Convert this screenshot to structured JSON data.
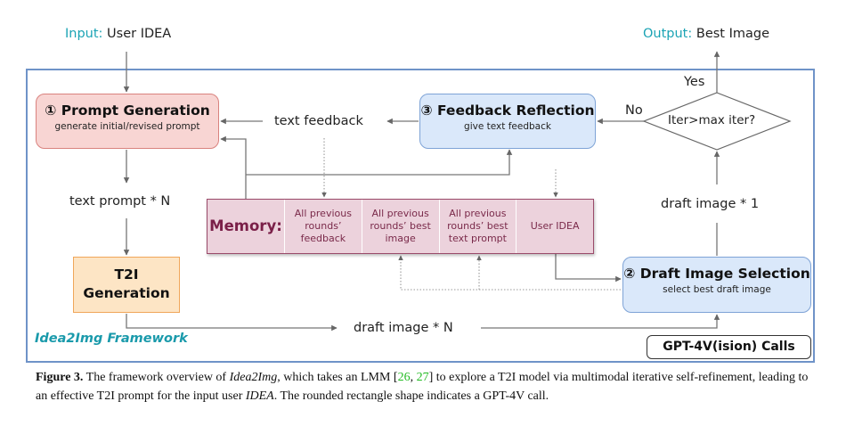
{
  "input": {
    "prefix": "Input:",
    "text": "User IDEA"
  },
  "output": {
    "prefix": "Output:",
    "text": "Best Image"
  },
  "nodes": {
    "prompt_generation": {
      "number": "①",
      "title": "Prompt Generation",
      "subtitle": "generate initial/revised prompt"
    },
    "feedback_reflection": {
      "number": "③",
      "title": "Feedback Reflection",
      "subtitle": "give text feedback"
    },
    "draft_image_selection": {
      "number": "②",
      "title": "Draft Image Selection",
      "subtitle": "select best draft image"
    },
    "t2i_generation": {
      "line1": "T2I",
      "line2": "Generation"
    },
    "decision": {
      "text": "Iter>max iter?",
      "yes": "Yes",
      "no": "No"
    }
  },
  "edge_labels": {
    "text_feedback": "text feedback",
    "text_prompt": "text prompt * N",
    "draft_image_n": "draft image * N",
    "draft_image_1": "draft image * 1"
  },
  "memory": {
    "label": "Memory:",
    "cells": [
      [
        "All previous",
        "rounds’",
        "feedback"
      ],
      [
        "All previous",
        "rounds’ best",
        "image"
      ],
      [
        "All previous",
        "rounds’ best",
        "text prompt"
      ],
      [
        "User IDEA"
      ]
    ]
  },
  "framework_label": "Idea2Img Framework",
  "legend_box": "GPT-4V(ision) Calls",
  "colors": {
    "teal": "#1aa3b4",
    "frame": "#6f93c8",
    "pink_fill": "#f8d5d3",
    "blue_fill": "#dae8fa",
    "orange_fill": "#fde5c5",
    "memory_fill": "#ecd2dc",
    "citation": "#22bb22"
  },
  "caption": {
    "label": "Figure 3.",
    "part1": " The framework overview of ",
    "italic1": "Idea2Img",
    "part2": ", which takes an LMM [",
    "cite1": "26",
    "sep": ", ",
    "cite2": "27",
    "part3": "] to explore a T2I model via multimodal iterative self-refinement, leading to an effective T2I prompt for the input user ",
    "italic2": "IDEA",
    "part4": ". The rounded rectangle shape indicates a GPT-4V call."
  }
}
